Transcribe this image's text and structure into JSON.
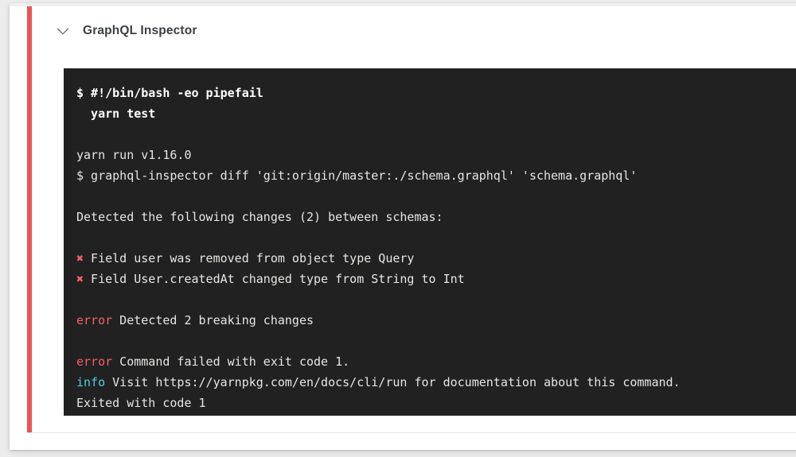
{
  "page": {
    "background_color": "#ececec",
    "card_background": "#ffffff",
    "status_color": "#ef5350"
  },
  "step": {
    "title": "GraphQL Inspector",
    "collapse_icon": "chevron-down-icon",
    "status": "failed"
  },
  "console": {
    "background_color": "#212121",
    "text_color": "#e8e6e3",
    "error_color": "#f4616b",
    "info_color": "#4dd0e1",
    "lines": [
      {
        "type": "command",
        "segments": [
          {
            "style": "cmd",
            "text": "$ #!/bin/bash -eo pipefail"
          }
        ]
      },
      {
        "type": "command",
        "segments": [
          {
            "style": "cmd",
            "text": "  yarn test"
          }
        ]
      },
      {
        "type": "blank",
        "segments": []
      },
      {
        "type": "output",
        "segments": [
          {
            "style": "plain",
            "text": "yarn run v1.16.0"
          }
        ]
      },
      {
        "type": "output",
        "segments": [
          {
            "style": "plain",
            "text": "$ graphql-inspector diff 'git:origin/master:./schema.graphql' 'schema.graphql'"
          }
        ]
      },
      {
        "type": "blank",
        "segments": []
      },
      {
        "type": "output",
        "segments": [
          {
            "style": "plain",
            "text": "Detected the following changes (2) between schemas:"
          }
        ]
      },
      {
        "type": "blank",
        "segments": []
      },
      {
        "type": "output",
        "segments": [
          {
            "style": "mark-x",
            "text": "✖"
          },
          {
            "style": "plain",
            "text": " Field user was removed from object type Query"
          }
        ]
      },
      {
        "type": "output",
        "segments": [
          {
            "style": "mark-x",
            "text": "✖"
          },
          {
            "style": "plain",
            "text": " Field User.createdAt changed type from String to Int"
          }
        ]
      },
      {
        "type": "blank",
        "segments": []
      },
      {
        "type": "output",
        "segments": [
          {
            "style": "tok-error",
            "text": "error"
          },
          {
            "style": "plain",
            "text": " Detected 2 breaking changes"
          }
        ]
      },
      {
        "type": "blank",
        "segments": []
      },
      {
        "type": "output",
        "segments": [
          {
            "style": "tok-error",
            "text": "error"
          },
          {
            "style": "plain",
            "text": " Command failed with exit code 1."
          }
        ]
      },
      {
        "type": "output",
        "segments": [
          {
            "style": "tok-info",
            "text": "info"
          },
          {
            "style": "plain",
            "text": " Visit https://yarnpkg.com/en/docs/cli/run for documentation about this command."
          }
        ]
      },
      {
        "type": "output",
        "segments": [
          {
            "style": "plain",
            "text": "Exited with code 1"
          }
        ]
      }
    ]
  }
}
